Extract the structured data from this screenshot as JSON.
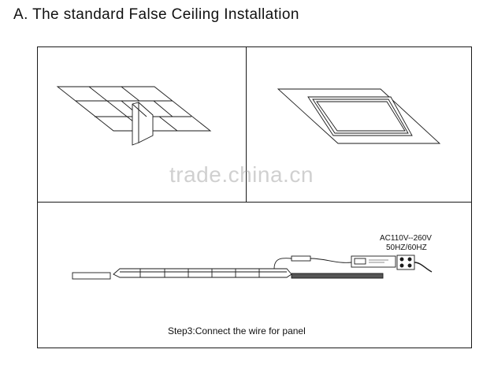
{
  "title": "A. The standard False Ceiling Installation",
  "watermark": "trade.china.cn",
  "power_label": {
    "voltage": "AC110V--260V",
    "frequency": "50HZ/60HZ"
  },
  "step_caption": "Step3:Connect the wire for panel",
  "colors": {
    "line": "#1a1a1a",
    "background": "#ffffff",
    "panel_fill": "#e9e9e9",
    "ceiling_dark": "#555555"
  }
}
